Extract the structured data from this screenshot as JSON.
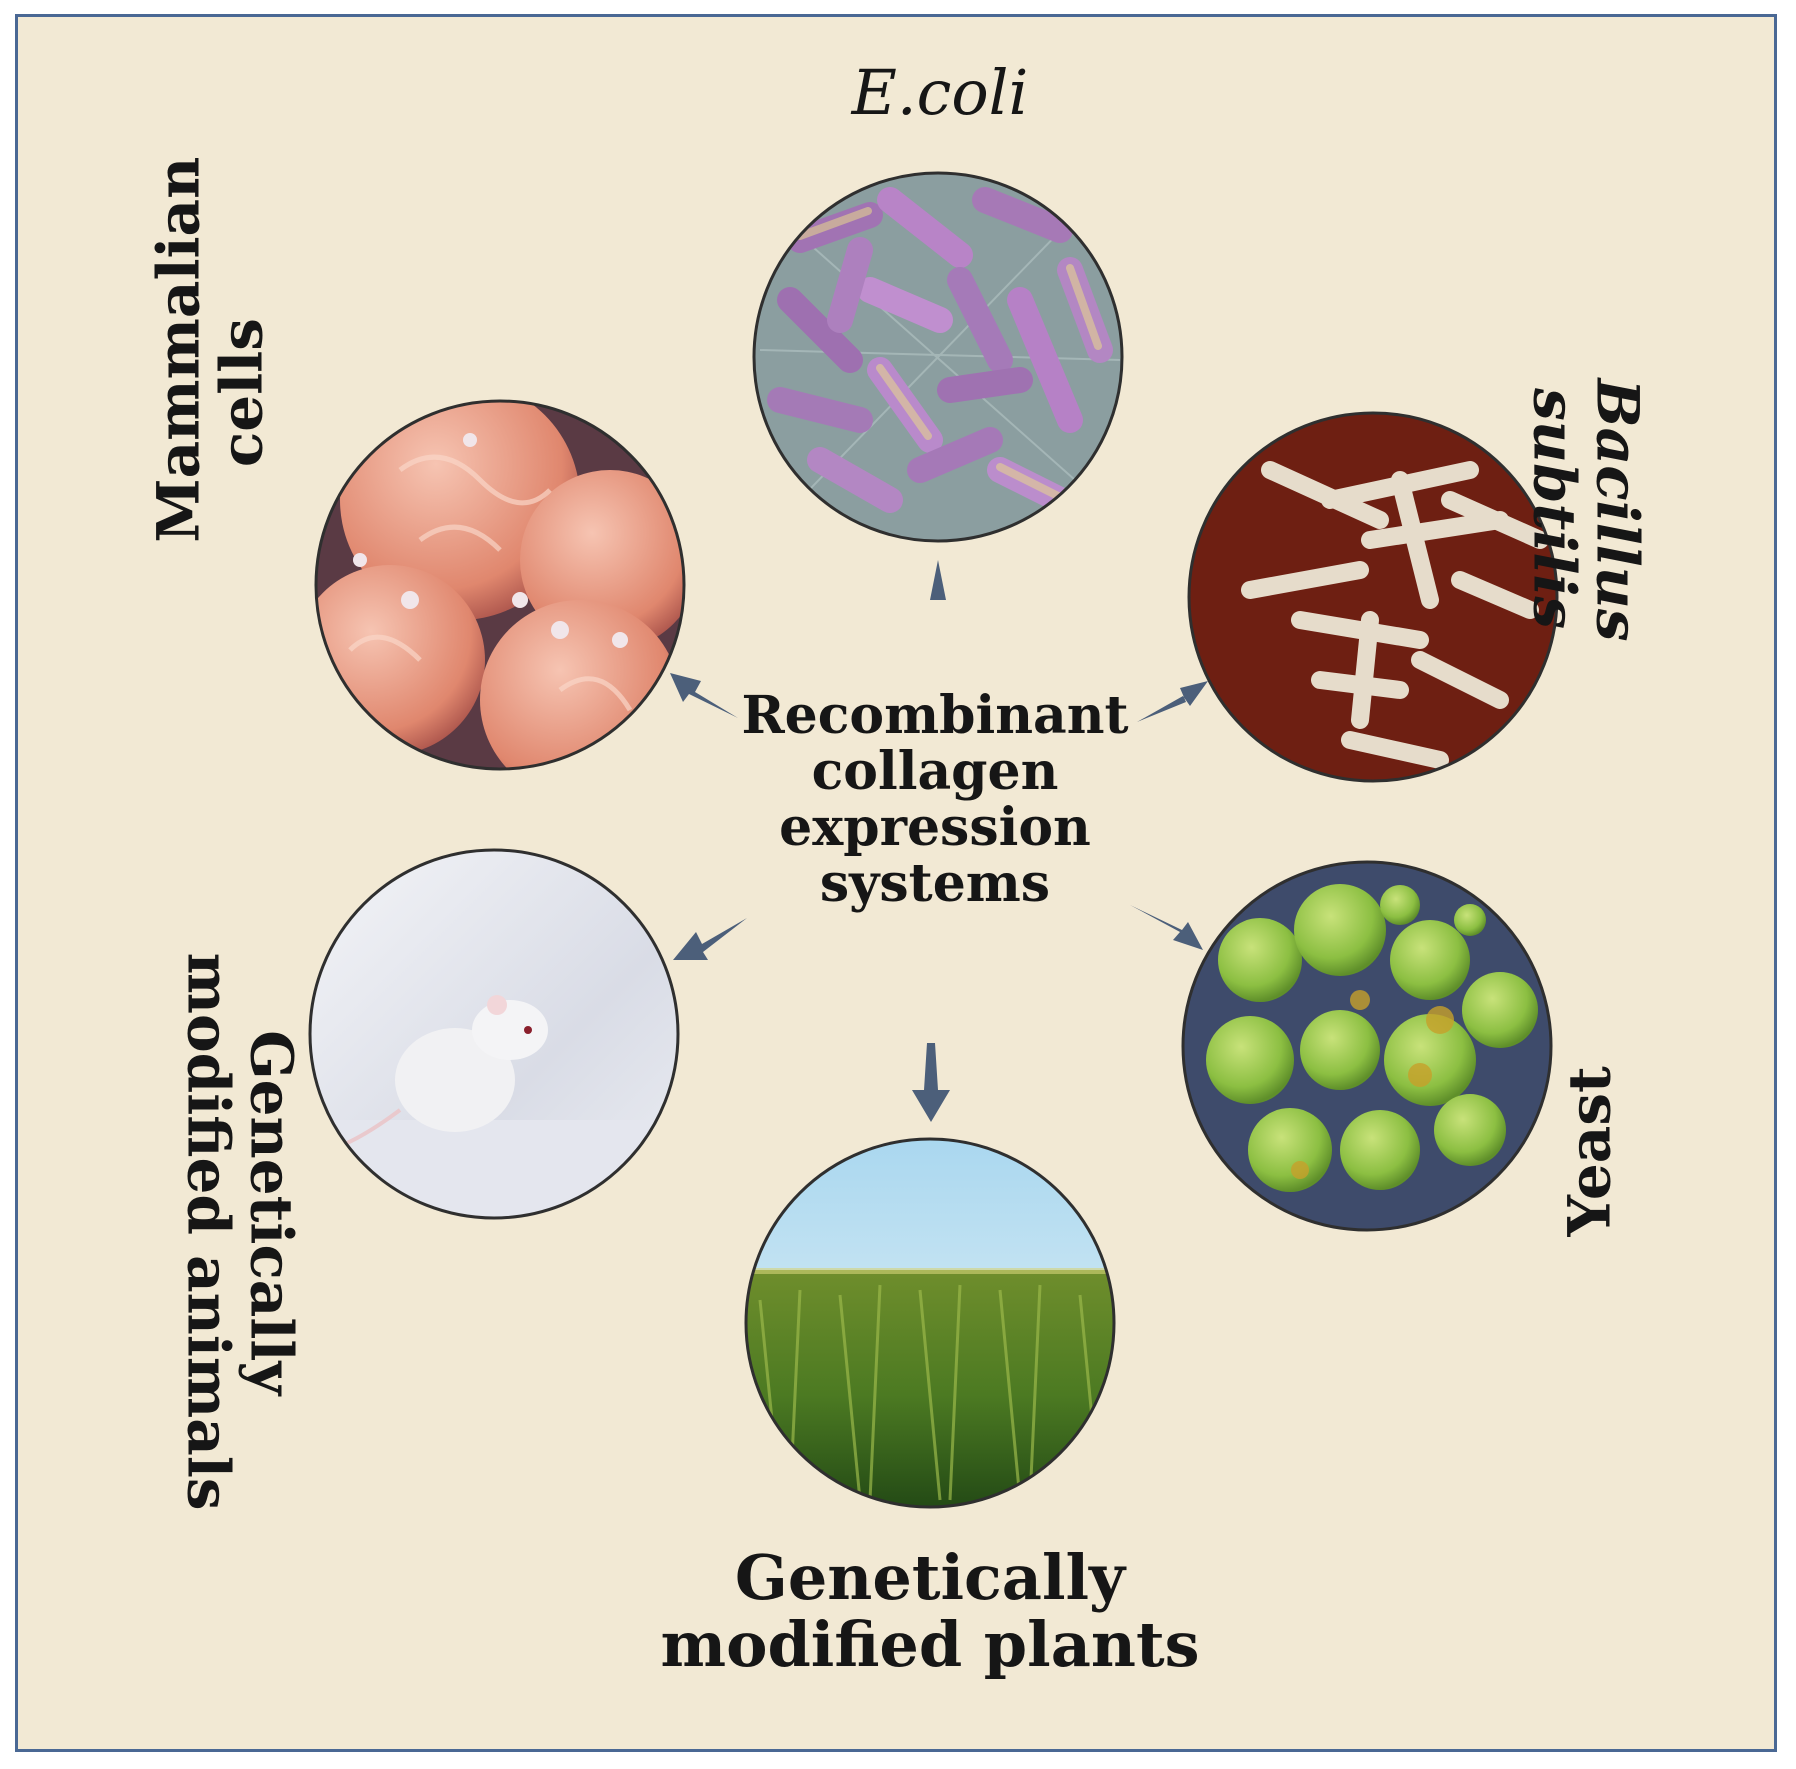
{
  "center": {
    "lines": [
      "Recombinant",
      "collagen",
      "expression",
      "systems"
    ]
  },
  "nodes": {
    "ecoli": {
      "lines": [
        "E.coli"
      ]
    },
    "bacillus": {
      "lines": [
        "Bacillus",
        "subtilis"
      ]
    },
    "yeast": {
      "lines": [
        "Yeast"
      ]
    },
    "plants": {
      "lines": [
        "Genetically",
        "modified plants"
      ]
    },
    "animals": {
      "lines": [
        "Genetically",
        "modified animals"
      ]
    },
    "mammalian": {
      "lines": [
        "Mammalian",
        "cells"
      ]
    }
  },
  "colors": {
    "background": "#f2e9d4",
    "border": "#4a6894",
    "arrow": "#4c5f7a"
  },
  "icons": [
    "ecoli-micrograph-icon",
    "bacillus-micrograph-icon",
    "yeast-micrograph-icon",
    "cornfield-photo-icon",
    "mouse-photo-icon",
    "mammalian-cell-micrograph-icon"
  ]
}
